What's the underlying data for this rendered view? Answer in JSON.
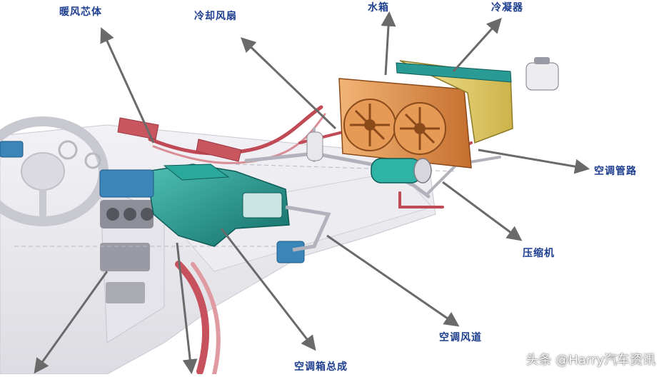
{
  "labels": {
    "heater_core": "暖风芯体",
    "cooling_fan": "冷却风扇",
    "radiator": "水箱",
    "condenser": "冷凝器",
    "ac_pipe": "空调管路",
    "compressor": "压缩机",
    "ac_duct": "空调风道",
    "ac_assembly": "空调箱总成"
  },
  "watermark": "头条 @Harry汽车资讯",
  "colors": {
    "label_text": "#1d3d8f",
    "arrow": "#6a6a6a",
    "ac_box": "#1f8f86",
    "radiator": "#d98a43",
    "condenser": "#e9d46a",
    "pipe_red": "#c04a55",
    "dash": "#e8e8ec"
  }
}
